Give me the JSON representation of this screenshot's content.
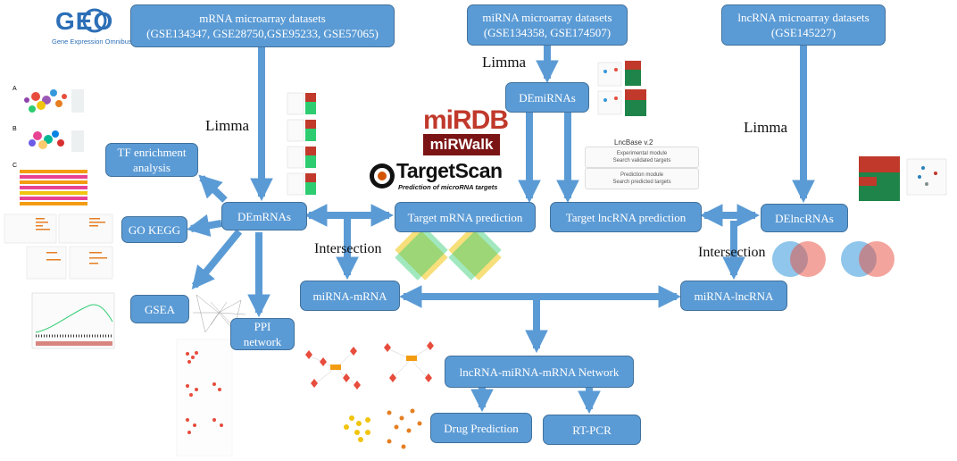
{
  "logos": {
    "geo_title": "GEO",
    "geo_subtitle": "Gene Expression Omnibus",
    "mirdb": "miRDB",
    "mirwalk": "miRWalk",
    "targetscan": "TargetScan",
    "targetscan_sub": "Prediction of microRNA targets",
    "lncbase_title": "LncBase v.2",
    "lncbase_exp": "Experimental module",
    "lncbase_exp_sub": "Search validated targets",
    "lncbase_pred": "Prediction module",
    "lncbase_pred_sub": "Search predicted targets"
  },
  "boxes": {
    "mrna_datasets": "mRNA microarray datasets\n(GSE134347, GSE28750,GSE95233, GSE57065)",
    "mirna_datasets": "miRNA microarray datasets\n(GSE134358, GSE174507)",
    "lncrna_datasets": "lncRNA microarray datasets\n(GSE145227)",
    "demirnas": "DEmiRNAs",
    "tf_enrichment": "TF enrichment\nanalysis",
    "demrnas": "DEmRNAs",
    "target_mrna": "Target mRNA prediction",
    "target_lncrna": "Target lncRNA prediction",
    "delncrnas": "DElncRNAs",
    "go_kegg": "GO KEGG",
    "mirna_mrna": "miRNA-mRNA",
    "mirna_lncrna": "miRNA-lncRNA",
    "gsea": "GSEA",
    "ppi": "PPI\nnetwork",
    "network": "lncRNA-miRNA-mRNA Network",
    "drug": "Drug Prediction",
    "rtpcr": "RT-PCR"
  },
  "labels": {
    "limma_left": "Limma",
    "limma_mid": "Limma",
    "limma_right": "Limma",
    "intersection_left": "Intersection",
    "intersection_right": "Intersection"
  },
  "colors": {
    "box_fill": "#5b9bd5",
    "box_border": "#41719c",
    "arrow": "#5b9bd5"
  }
}
